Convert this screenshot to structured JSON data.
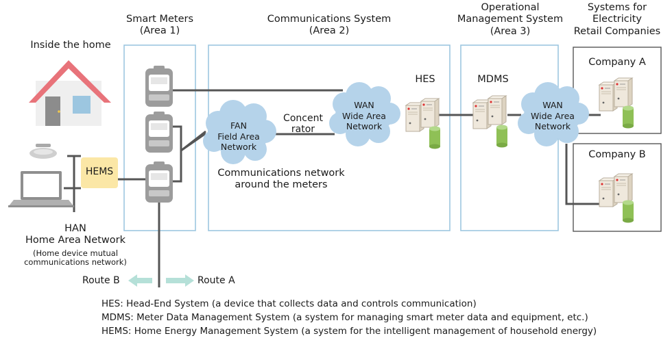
{
  "areas": {
    "home_title": "Inside the home",
    "smart_meters": [
      "Smart Meters",
      "(Area 1)"
    ],
    "comm_system": [
      "Communications System",
      "(Area 2)"
    ],
    "ops_system": [
      "Operational",
      "Management System",
      "(Area 3)"
    ],
    "retail": [
      "Systems for",
      "Electricity",
      "Retail Companies"
    ]
  },
  "hems_label": "HEMS",
  "han": {
    "title": "HAN",
    "subtitle": "Home Area Network",
    "note": [
      "(Home device mutual",
      "communications network)"
    ]
  },
  "routes": {
    "b": "Route B",
    "a": "Route A"
  },
  "fan": [
    "FAN",
    "Field Area",
    "Network"
  ],
  "concentrator": [
    "Concent",
    "rator"
  ],
  "comm_network_caption": [
    "Communications network",
    "around the meters"
  ],
  "wan1": [
    "WAN",
    "Wide Area",
    "Network"
  ],
  "wan2": [
    "WAN",
    "Wide Area",
    "Network"
  ],
  "hes_label": "HES",
  "mdms_label": "MDMS",
  "company_a": "Company A",
  "company_b": "Company B",
  "legend": [
    "HES: Head-End System (a device that collects data and controls communication)",
    "MDMS: Meter Data Management System (a system for managing smart meter data and equipment, etc.)",
    "HEMS: Home Energy Management System (a system for the intelligent management of household energy)"
  ],
  "colors": {
    "area_border": "#9cc6e0",
    "line": "#555555",
    "cloud": "#b5d3ea",
    "roof": "#e8737a",
    "hems_fill": "#fbe7a6",
    "route_arrow": "#b5e0d8",
    "server": "#efe8dc",
    "cylinder": "#8fc056",
    "meter": "#9c9c9c"
  }
}
